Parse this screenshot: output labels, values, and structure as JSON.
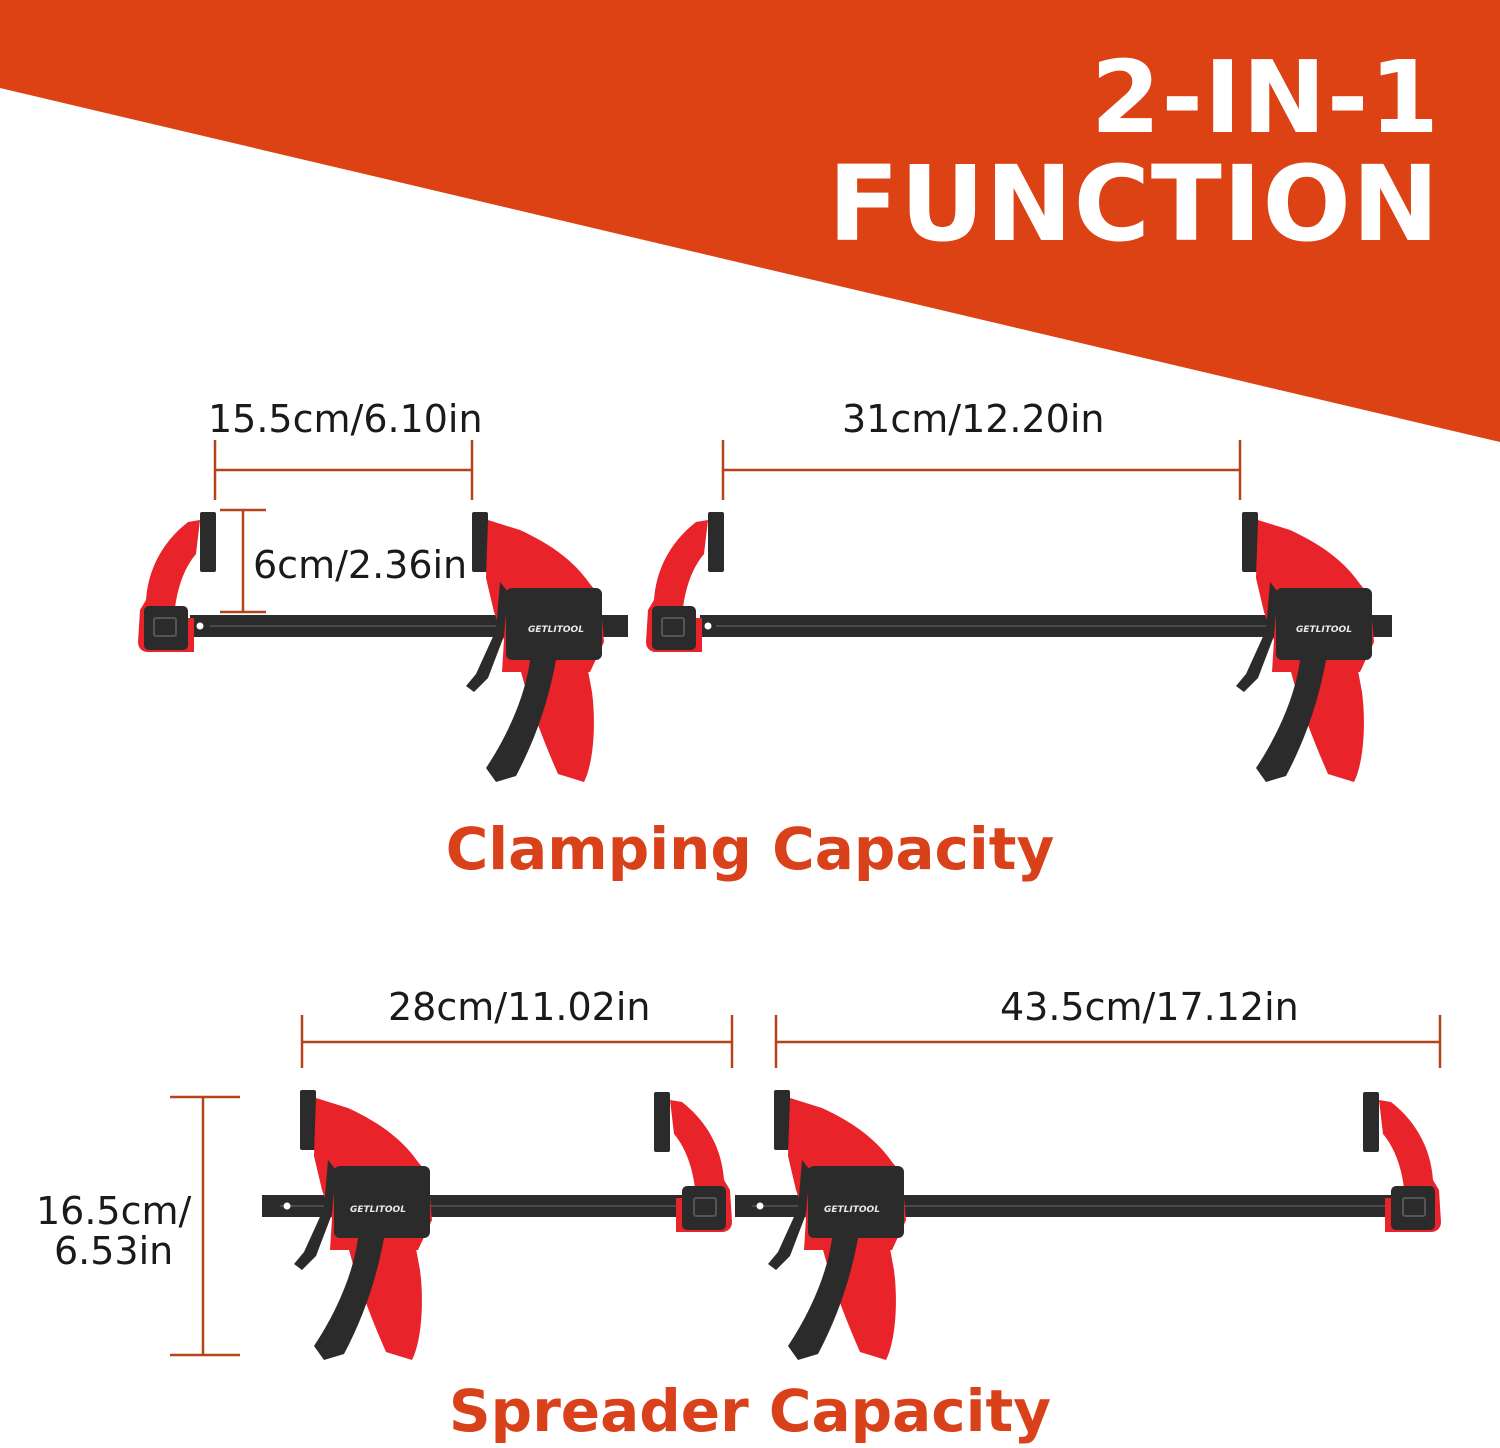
{
  "title": {
    "line1": "2-IN-1",
    "line2": "FUNCTION"
  },
  "brand": "GETLITOOL",
  "colors": {
    "banner": "#dc4214",
    "dimension": "#b5431c",
    "clamp_red": "#e8242a",
    "clamp_dark": "#2b2b2b",
    "caption": "#d9411a"
  },
  "clamping": {
    "caption": "Clamping Capacity",
    "small_width": "15.5cm/6.10in",
    "throat_depth": "6cm/2.36in",
    "large_width": "31cm/12.20in"
  },
  "spreader": {
    "caption": "Spreader Capacity",
    "small_width": "28cm/11.02in",
    "large_width": "43.5cm/17.12in",
    "height_line1": "16.5cm/",
    "height_line2": "6.53in"
  }
}
